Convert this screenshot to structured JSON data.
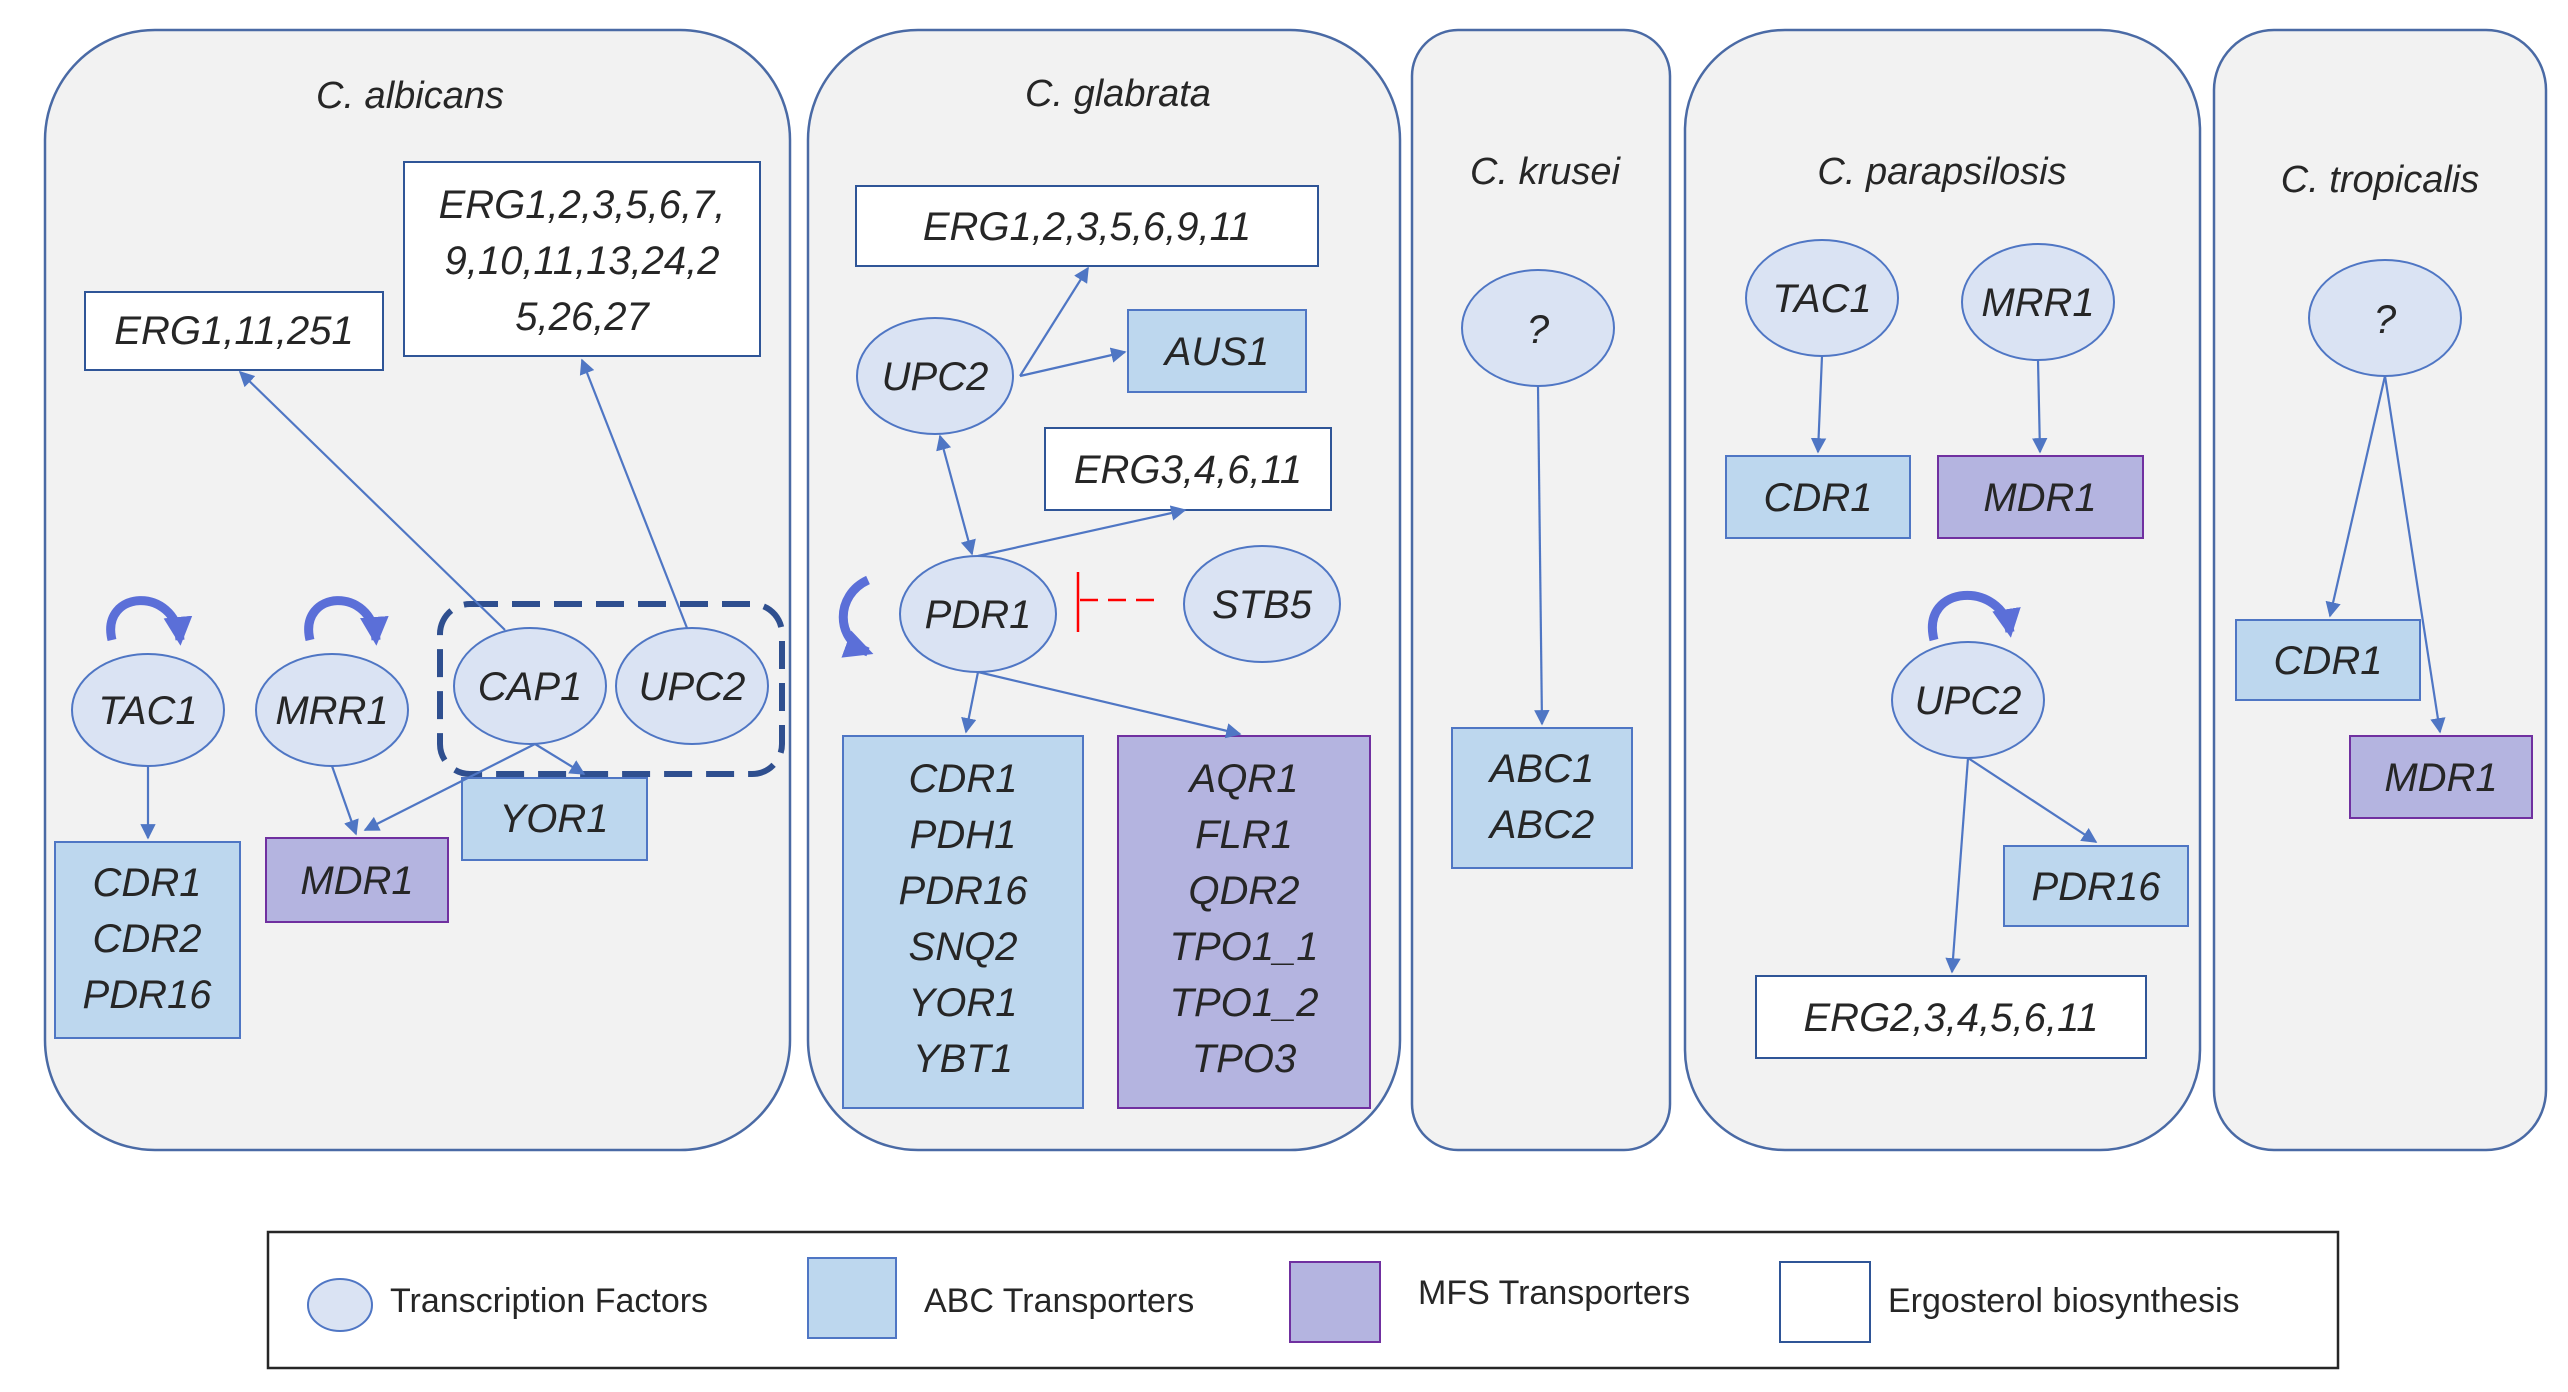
{
  "panels": {
    "albicans": {
      "title": "C. albicans",
      "tf": {
        "tac1": "TAC1",
        "mrr1": "MRR1",
        "cap1": "CAP1",
        "upc2": "UPC2"
      },
      "erg_a": "ERG1,11,251",
      "erg_b": [
        "ERG1,2,3,5,6,7,",
        "9,10,11,13,24,2",
        "5,26,27"
      ],
      "abc_cdr": [
        "CDR1",
        "CDR2",
        "PDR16"
      ],
      "mfs_mdr1": "MDR1",
      "abc_yor1": "YOR1"
    },
    "glabrata": {
      "title": "C. glabrata",
      "erg_a": "ERG1,2,3,5,6,9,11",
      "tf_upc2": "UPC2",
      "abc_aus1": "AUS1",
      "erg_b": "ERG3,4,6,11",
      "tf_pdr1": "PDR1",
      "tf_stb5": "STB5",
      "abc_list": [
        "CDR1",
        "PDH1",
        "PDR16",
        "SNQ2",
        "YOR1",
        "YBT1"
      ],
      "mfs_list": [
        "AQR1",
        "FLR1",
        "QDR2",
        "TPO1_1",
        "TPO1_2",
        "TPO3"
      ]
    },
    "krusei": {
      "title": "C. krusei",
      "tf_unknown": "?",
      "abc_list": [
        "ABC1",
        "ABC2"
      ]
    },
    "parapsilosis": {
      "title": "C. parapsilosis",
      "tf_tac1": "TAC1",
      "tf_mrr1": "MRR1",
      "abc_cdr1": "CDR1",
      "mfs_mdr1": "MDR1",
      "tf_upc2": "UPC2",
      "abc_pdr16": "PDR16",
      "erg": "ERG2,3,4,5,6,11"
    },
    "tropicalis": {
      "title": "C. tropicalis",
      "tf_unknown": "?",
      "abc_cdr1": "CDR1",
      "mfs_mdr1": "MDR1"
    }
  },
  "legend": {
    "tf": "Transcription Factors",
    "abc": "ABC Transporters",
    "mfs": "MFS Transporters",
    "erg": "Ergosterol biosynthesis"
  },
  "colors": {
    "panel_fill": "#f2f2f2",
    "tf_fill": "#dae3f3",
    "abc_fill": "#bdd7ee",
    "mfs_fill": "#b4b4e0",
    "arrow": "#4f76c4",
    "inhibition": "#ff0000"
  }
}
